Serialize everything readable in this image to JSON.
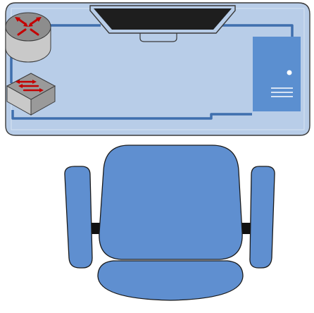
{
  "colors": {
    "desk_fill": "#b8cde8",
    "desk_stroke": "#3a3a3a",
    "cable": "#3f6fae",
    "monitor_bezel": "#b8cde8",
    "monitor_screen": "#1e1e1e",
    "tower_fill": "#5b8fd0",
    "tower_detail": "#ffffff",
    "chair_fill": "#5f8fd0",
    "chair_stroke": "#1a1a1a",
    "chair_bracket": "#111111",
    "device_body": "#c9c9c9",
    "device_top_router": "#8d8d8d",
    "device_top_switch": "#9a9a9a",
    "arrow_red": "#c40000"
  },
  "diagram": {
    "objects": [
      {
        "name": "desk",
        "icon": "desk-icon"
      },
      {
        "name": "monitor",
        "icon": "monitor-icon"
      },
      {
        "name": "router",
        "icon": "router-icon"
      },
      {
        "name": "network-switch",
        "icon": "switch-icon"
      },
      {
        "name": "computer-tower",
        "icon": "tower-pc-icon"
      },
      {
        "name": "office-chair",
        "icon": "office-chair-icon"
      }
    ],
    "connections": [
      {
        "from": "router",
        "to": "monitor"
      },
      {
        "from": "router",
        "to": "network-switch"
      },
      {
        "from": "monitor",
        "to": "computer-tower"
      },
      {
        "from": "network-switch",
        "to": "computer-tower"
      }
    ]
  }
}
